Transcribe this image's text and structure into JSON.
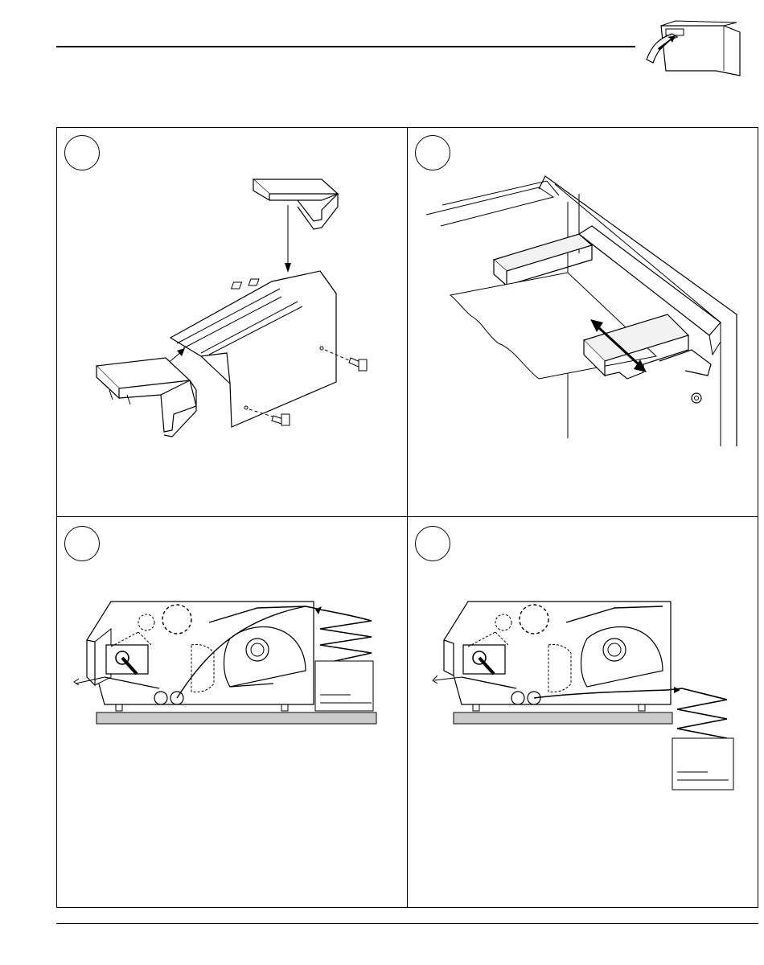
{
  "header": {
    "thumbnail_icon": "printer-with-fanfold-paper-icon"
  },
  "panels": [
    {
      "step_icon": "empty-step-circle",
      "illustration": "cover-and-guides-exploded-view"
    },
    {
      "step_icon": "empty-step-circle",
      "illustration": "paper-guide-adjustment-closeup"
    },
    {
      "step_icon": "empty-step-circle",
      "illustration": "printer-side-view-rear-fanfold-feed"
    },
    {
      "step_icon": "empty-step-circle",
      "illustration": "printer-side-view-bottom-fanfold-feed"
    }
  ],
  "colors": {
    "ink": "#000000",
    "shelf": "#cccccc",
    "paper_face": "#f2f2f2",
    "background": "#ffffff"
  }
}
